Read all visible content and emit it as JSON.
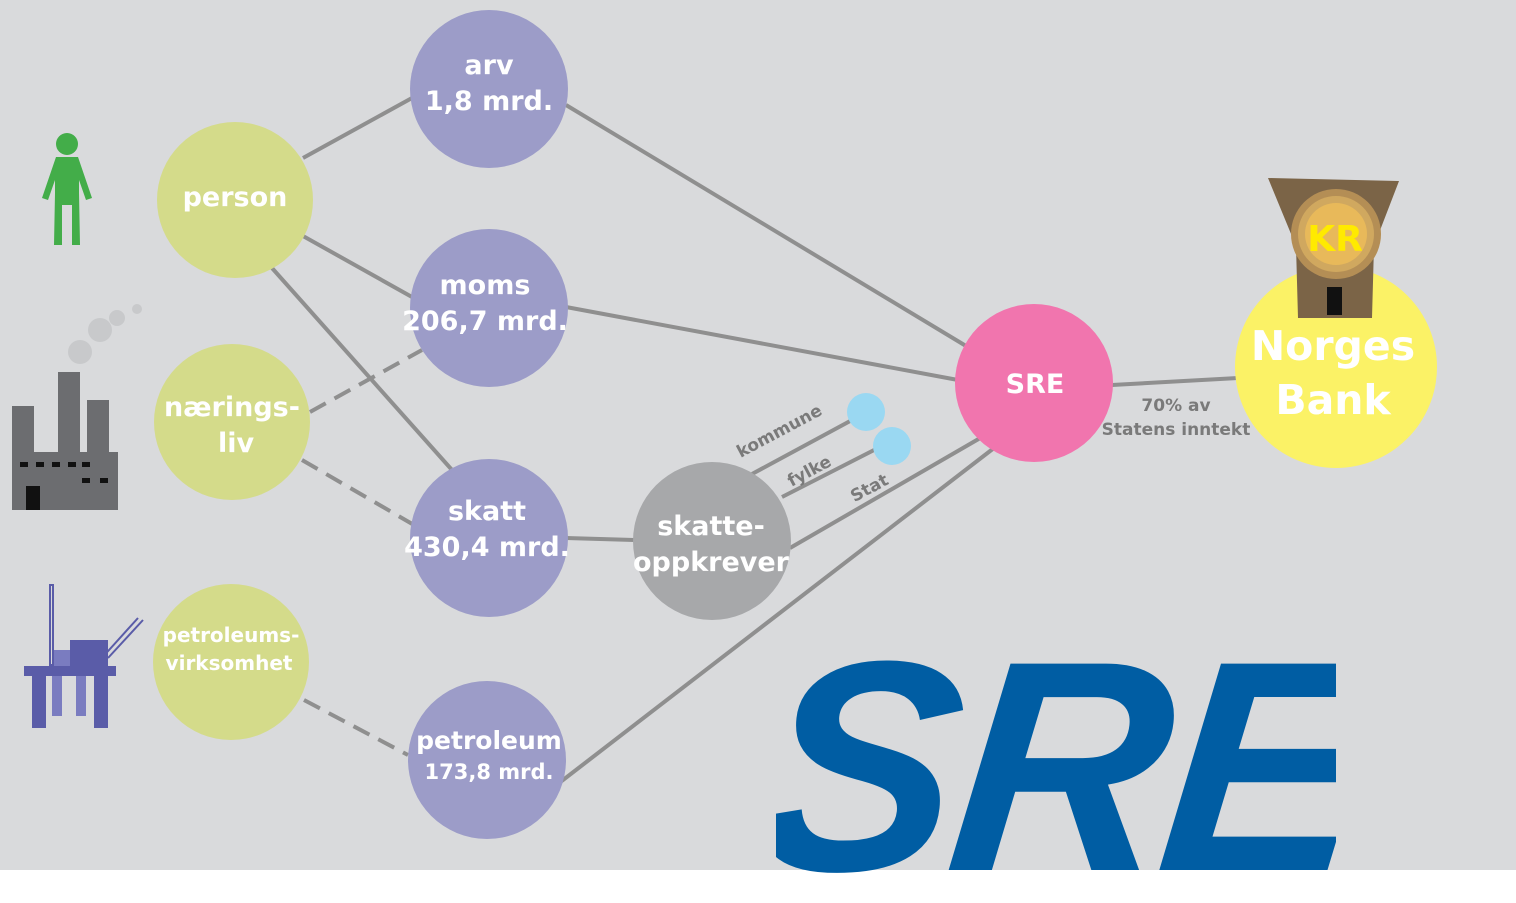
{
  "colors": {
    "background": "#d9dadc",
    "source_node": "#d4db8a",
    "tax_node": "#9c9cc8",
    "collector_node": "#a7a8aa",
    "sre_node": "#f175ae",
    "bank_node": "#fbf266",
    "connector": "#8f8f8f",
    "sre_logo": "#005da3",
    "level_dot": "#9ad8f2"
  },
  "sources": [
    {
      "label_lines": [
        "person"
      ]
    },
    {
      "label_lines": [
        "nærings-",
        "liv"
      ]
    },
    {
      "label_lines": [
        "petroleums-",
        "virksomhet"
      ]
    }
  ],
  "taxes": [
    {
      "name": "arv",
      "amount": "1,8 mrd."
    },
    {
      "name": "moms",
      "amount": "206,7 mrd."
    },
    {
      "name": "skatt",
      "amount": "430,4 mrd."
    },
    {
      "name": "petroleum",
      "amount": "173,8 mrd."
    }
  ],
  "collector": {
    "label_lines": [
      "skatte-",
      "oppkrever"
    ]
  },
  "split_labels": {
    "kommune": "kommune",
    "fylke": "fylke",
    "stat": "Stat"
  },
  "sre_node": {
    "label": "SRE"
  },
  "bank": {
    "label_lines": [
      "Norges",
      "Bank"
    ],
    "badge": "KR"
  },
  "transfer": {
    "label_lines": [
      "70% av",
      "Statens inntekt"
    ]
  },
  "logo": {
    "text": "SRE"
  }
}
